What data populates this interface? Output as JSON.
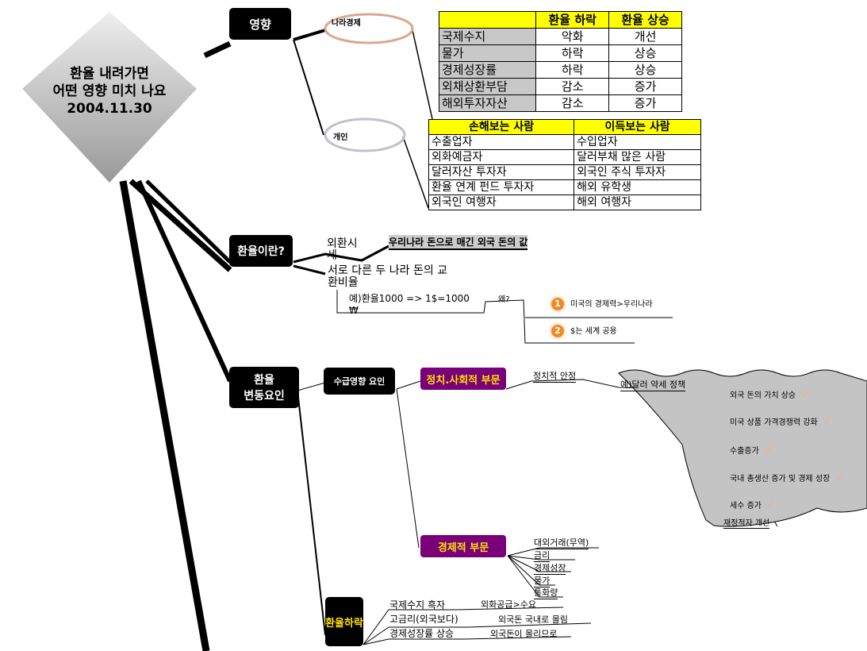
{
  "title_card": {
    "line1": "환율 내려가면",
    "line2": "어떤 영향 미치 나요",
    "date": "2004.11.30"
  },
  "nodes": {
    "influence": "영향",
    "nation_economy": "나라경제",
    "individual": "개인",
    "what_is": "환율이란?",
    "fluctuation": "환율\n변동요인",
    "supply_demand": "수급영향 요인",
    "political": "정치.사회적 부문",
    "economic": "경제적 부문",
    "fall": "환율하락"
  },
  "table1": {
    "headers": [
      "",
      "환율 하락",
      "환율 상승"
    ],
    "rows": [
      [
        "국제수지",
        "악화",
        "개선"
      ],
      [
        "물가",
        "하락",
        "상승"
      ],
      [
        "경제성장률",
        "하락",
        "상승"
      ],
      [
        "외채상환부담",
        "감소",
        "증가"
      ],
      [
        "해외투자자산",
        "감소",
        "증가"
      ]
    ]
  },
  "table2": {
    "headers": [
      "손해보는 사람",
      "이득보는 사람"
    ],
    "rows": [
      [
        "수출업자",
        "수입업자"
      ],
      [
        "외화예금자",
        "달러부채 많은 사람"
      ],
      [
        "달러자산 투자자",
        "외국인 주식 투자자"
      ],
      [
        "환율 연계 펀드 투자자",
        "해외 유학생"
      ],
      [
        "외국인 여행자",
        "해외 여행자"
      ]
    ]
  },
  "definition": {
    "market": "외환시세",
    "meaning": "우리나라 돈으로 매긴 외국 돈의 값",
    "ratio": "서로 다른 두 나라 돈의 교환비율",
    "example": "예)환율1000 => 1$=1000 ₩",
    "why": "왜?",
    "reasons": [
      {
        "n": "1",
        "text": "미국의 경제력>우리나라"
      },
      {
        "n": "2",
        "text": "$는 세계 공용"
      }
    ]
  },
  "political_branch": {
    "stability": "정치적 안정",
    "policy": "예)달러 약세 정책",
    "effects": [
      "외국 돈의 가치 상승",
      "미국 상품 가격경쟁력 강화",
      "수출증가",
      "국내 총생산 증가 및 경제 성장",
      "세수 증가",
      "재정적자 개선"
    ]
  },
  "economic_branch": [
    "대외거래(무역)",
    "금리",
    "경제성장",
    "물가",
    "통화량"
  ],
  "fall_branch": [
    {
      "cause": "국제수지 흑자",
      "result": "외화공급>수요"
    },
    {
      "cause": "고금리(외국보다)",
      "result": "외국돈 국내로 몰림"
    },
    {
      "cause": "경제성장률 상승",
      "result": "외국돈이 몰리므로"
    }
  ]
}
